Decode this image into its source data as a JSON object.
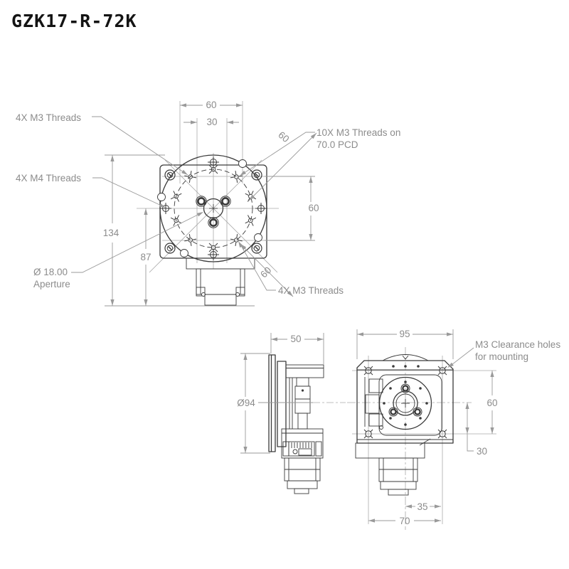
{
  "title": "GZK17-R-72K",
  "top": {
    "label_m3_top": "4X M3 Threads",
    "label_m4": "4X M4 Threads",
    "label_aperture_dia": "Ø 18.00",
    "label_aperture": "Aperture",
    "label_pcd_1": "10X M3 Threads on",
    "label_pcd_2": "70.0 PCD",
    "label_m3_bottom": "4X M3 Threads",
    "dim_width": "60",
    "dim_width_inner": "30",
    "dim_diag_tr": "60",
    "dim_height_right": "60",
    "dim_diag_br": "60",
    "dim_total_height": "134",
    "dim_center_to_base": "87"
  },
  "side": {
    "dim_depth": "50",
    "dim_platform_dia": "Ø94"
  },
  "front": {
    "label_clearance_1": "M3 Clearance holes",
    "label_clearance_2": "for mounting",
    "dim_width": "95",
    "dim_hole_spacing_v": "60",
    "dim_center_to_holes": "30",
    "dim_center_to_hole_h": "35",
    "dim_hole_spacing_h": "70"
  },
  "colors": {
    "geometry_line": "#3a3a3a",
    "dimension_line": "#9a9a9a",
    "dimension_text": "#8c8c8c",
    "background": "#ffffff"
  }
}
